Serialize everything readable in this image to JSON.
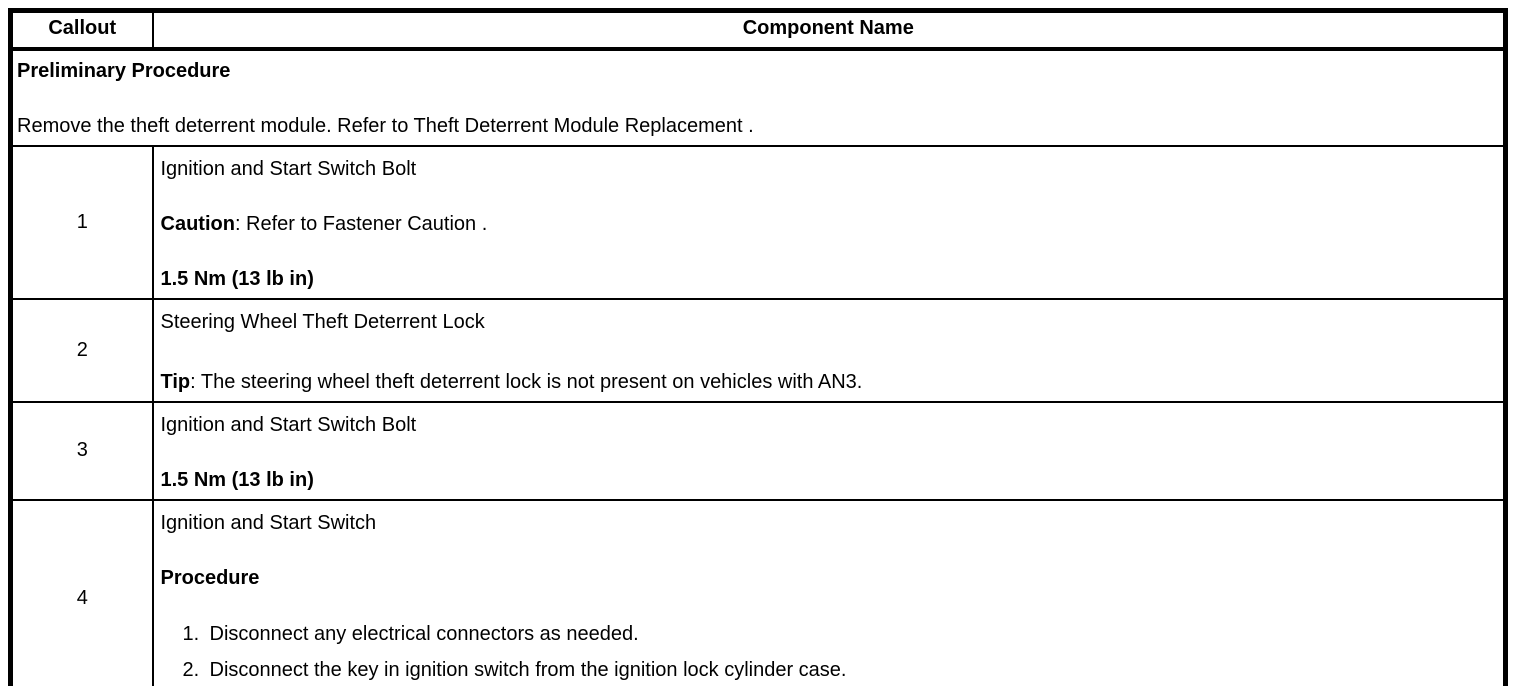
{
  "table": {
    "header": {
      "callout": "Callout",
      "component": "Component Name"
    },
    "preliminary": {
      "title": "Preliminary Procedure",
      "text_before": "Remove the theft deterrent module. Refer to ",
      "link_text": "Theft Deterrent Module Replacement",
      "text_after": " ."
    },
    "rows": [
      {
        "callout": "1",
        "name": "Ignition and Start Switch Bolt",
        "caution_label": "Caution",
        "caution_mid": ": Refer to ",
        "caution_link": "Fastener Caution",
        "caution_after": " .",
        "torque": "1.5 Nm (13 lb in)"
      },
      {
        "callout": "2",
        "name": "Steering Wheel Theft Deterrent Lock",
        "tip_label": "Tip",
        "tip_text": ": The steering wheel theft deterrent lock is not present on vehicles with AN3."
      },
      {
        "callout": "3",
        "name": "Ignition and Start Switch Bolt",
        "torque": "1.5 Nm (13 lb in)"
      },
      {
        "callout": "4",
        "name": "Ignition and Start Switch",
        "procedure_title": "Procedure",
        "steps": [
          {
            "num": "1.",
            "text": "Disconnect any electrical connectors as needed."
          },
          {
            "num": "2.",
            "text": "Disconnect the key in ignition switch from the ignition lock cylinder case."
          }
        ]
      }
    ],
    "colors": {
      "border": "#000000",
      "background": "#ffffff",
      "text": "#000000"
    }
  }
}
